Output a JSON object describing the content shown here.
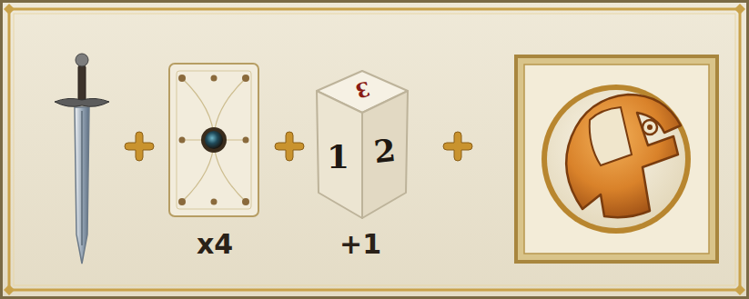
{
  "diagram": {
    "labels": [
      "x4",
      "+1",
      "3",
      "1",
      "2"
    ]
  }
}
